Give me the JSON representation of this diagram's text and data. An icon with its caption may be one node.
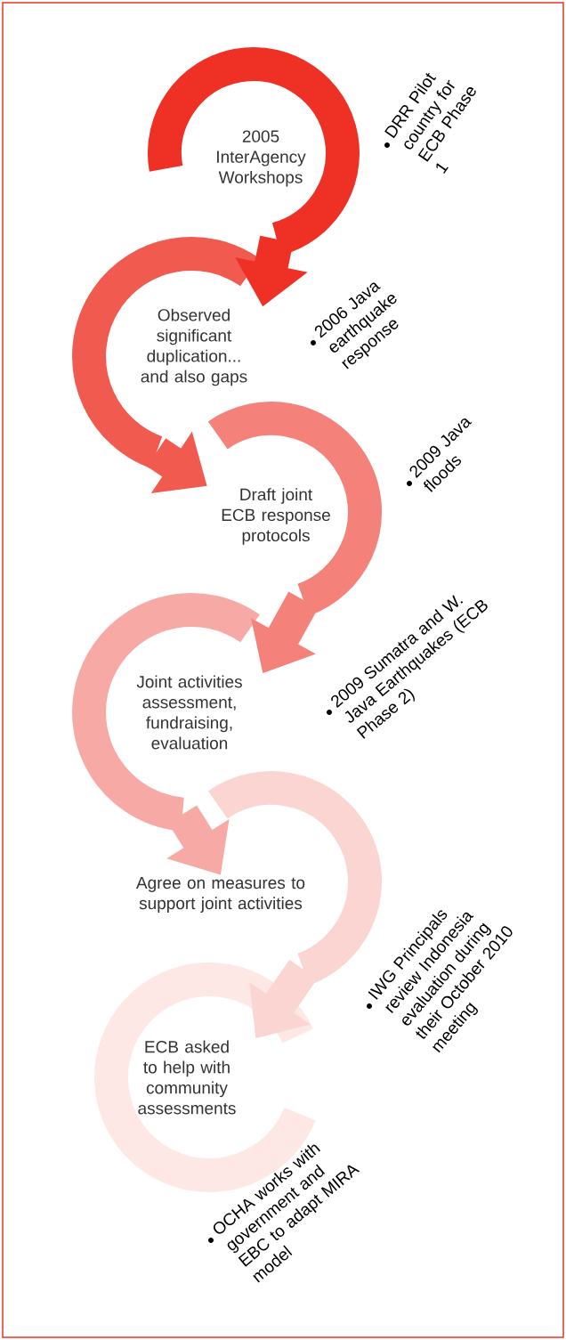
{
  "diagram": {
    "nodes": [
      {
        "text": [
          "2005 InterAgency Workshops"
        ]
      },
      {
        "text": [
          "Observed significant duplication... and also gaps"
        ]
      },
      {
        "text": [
          "Draft joint ECB response protocols"
        ]
      },
      {
        "text": [
          "Joint activities assessment, fundraising, evaluation"
        ]
      },
      {
        "text": [
          "Agree on measures to support joint activities"
        ]
      },
      {
        "text": [
          "ECB asked to help with community assessments"
        ]
      }
    ],
    "edges": [
      {
        "from": 0,
        "to": 1,
        "arrow": "to",
        "color": "#ee3124"
      },
      {
        "from": 1,
        "to": 2,
        "arrow": "to",
        "color": "#f15a4f"
      },
      {
        "from": 2,
        "to": 3,
        "arrow": "to",
        "color": "#f4817a"
      },
      {
        "from": 3,
        "to": 4,
        "arrow": "to",
        "color": "#f7aaa5"
      },
      {
        "from": 4,
        "to": 5,
        "arrow": "to",
        "color": "#fad5d2"
      }
    ],
    "labels": [
      "DRR Pilot country for ECB Phase 1",
      "2006 Java earthquake response",
      "2009 Java floods",
      "2009 Sumatra and W. Java Earthquakes (ECB Phase 2)",
      "IWG Principals review Indonesia evaluation during their October 2010 meeting",
      "OCHA works with government and EBC to adapt MIRA model"
    ]
  }
}
